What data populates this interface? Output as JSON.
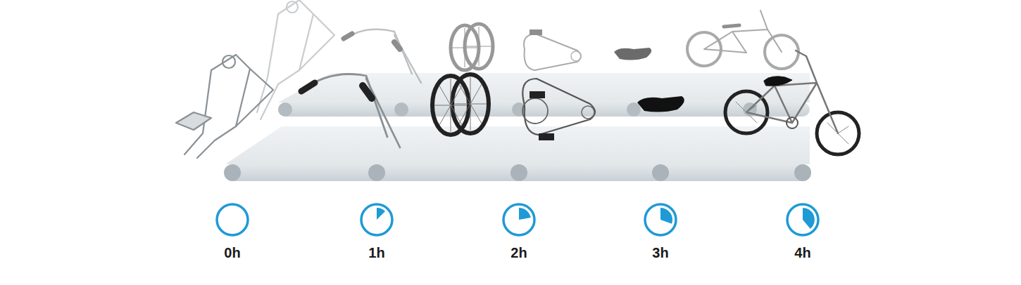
{
  "diagram": {
    "labels": [
      "0h",
      "1h",
      "2h",
      "3h",
      "4h"
    ]
  }
}
